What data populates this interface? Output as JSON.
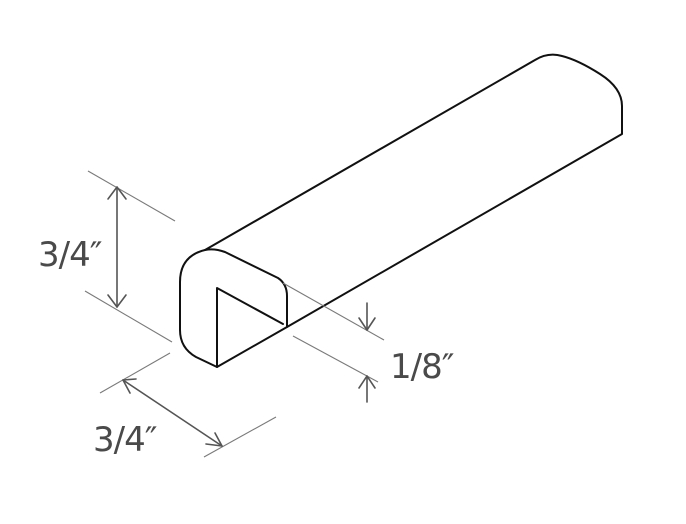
{
  "diagram": {
    "subject": "outside corner molding profile",
    "labels": {
      "height": "3/4″",
      "width": "3/4″",
      "thickness": "1/8″"
    },
    "colors": {
      "outline": "#111111",
      "dimension_line": "#7a7a7a",
      "label_text": "#4a4a4a",
      "background": "#ffffff"
    }
  }
}
